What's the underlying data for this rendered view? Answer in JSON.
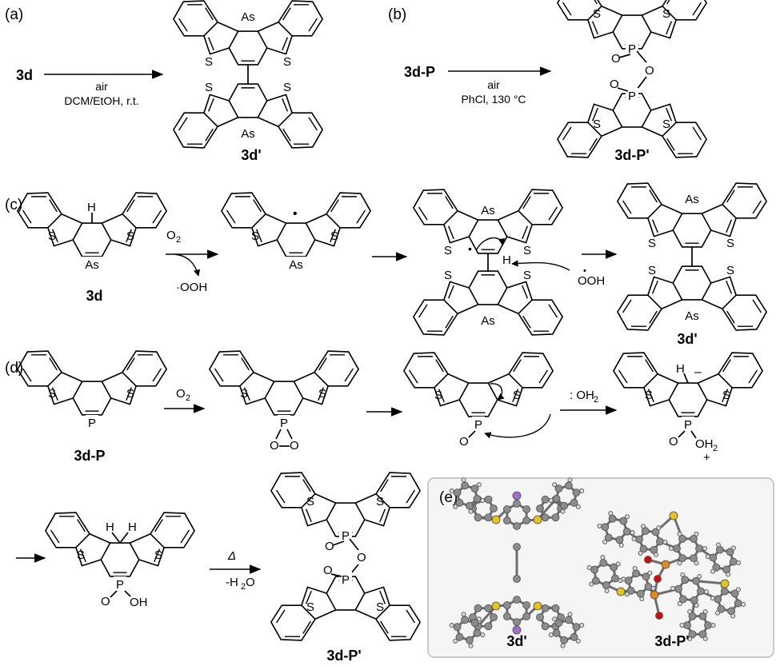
{
  "panels": {
    "a": "(a)",
    "b": "(b)",
    "c": "(c)",
    "d": "(d)",
    "e": "(e)"
  },
  "compounds": {
    "c3d": "3d",
    "c3d_dimer": "3d'",
    "c3dP": "3d-P",
    "c3dP_dimer": "3d-P'"
  },
  "conditions": {
    "a_above": "air",
    "a_below": "DCM/EtOH, r.t.",
    "b_above": "air",
    "b_below": "PhCl, 130 °C",
    "c_o2": "O",
    "c_o2_sub": "2",
    "c_ooh": "·OOH",
    "c_ooh2": "OOH",
    "d_o2": "O",
    "d_o2_sub": "2",
    "d_water": ": OH",
    "d_water_sub": "2",
    "d_delta": "Δ",
    "d_h2o_pre": "-H",
    "d_h2o_sub": "2",
    "d_h2o_post": "O"
  },
  "atoms": {
    "S": "S",
    "As": "As",
    "P": "P",
    "O": "O",
    "H": "H",
    "OH": "OH",
    "OH2": "OH",
    "OH2_sub": "2",
    "plus": "+",
    "minus": "–",
    "radical": "•"
  },
  "crystal": {
    "label_left": "3d'",
    "label_right": "3d-P'"
  },
  "colors": {
    "carbon": "#8c8c8c",
    "hydrogen": "#d8d8d8",
    "sulfur": "#e6c31e",
    "arsenic": "#a070c8",
    "phosphorus": "#e08a1e",
    "oxygen": "#cc1010",
    "panel_border": "#b9b9b9",
    "panel_fill": "#f5f5f5"
  }
}
